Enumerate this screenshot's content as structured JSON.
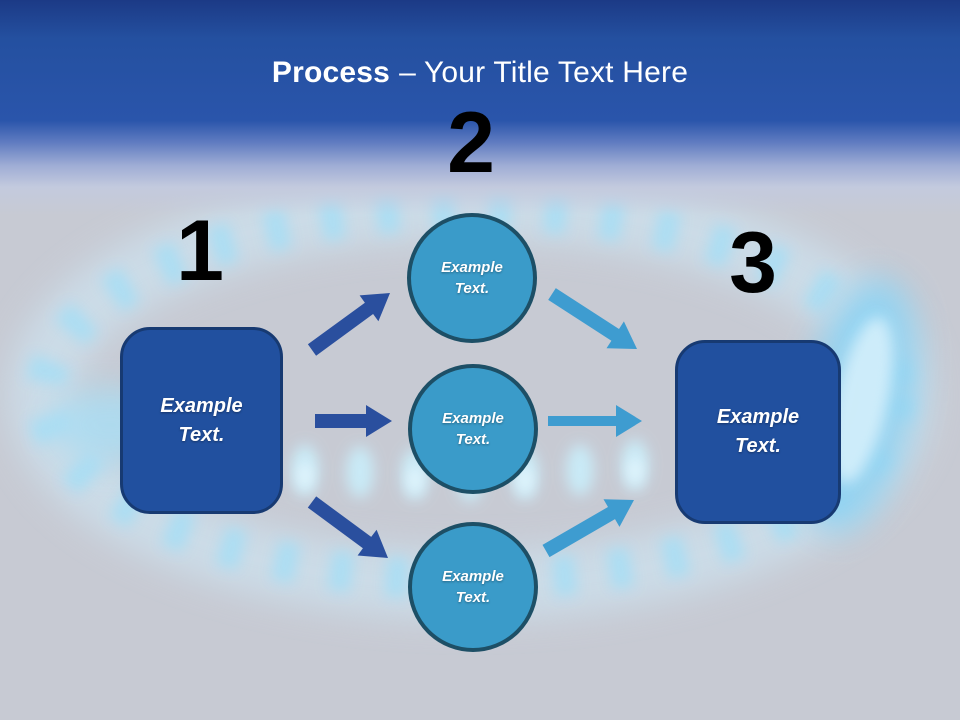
{
  "title": {
    "bold": "Process",
    "rest": "– Your Title Text Here"
  },
  "steps": [
    {
      "number": "1",
      "shape": "rounded-rectangle",
      "label": "Example Text."
    },
    {
      "number": "2",
      "shape": "circle-group",
      "labels": [
        "Example Text.",
        "Example Text.",
        "Example Text."
      ]
    },
    {
      "number": "3",
      "shape": "rounded-rectangle",
      "label": "Example Text."
    }
  ],
  "colors": {
    "header_top": "#1c3a86",
    "header_blue": "#2a55ab",
    "canvas_gray": "#c7cad3",
    "box_fill": "#21509f",
    "box_border": "#173a72",
    "circle_fill": "#3a9bc9",
    "circle_border": "#1d4f66",
    "arrow_dark": "#2a4f9e",
    "arrow_light": "#3e9cd0",
    "flame_blue": "#a9def4",
    "title_color": "#ffffff",
    "number_color": "#000000"
  }
}
